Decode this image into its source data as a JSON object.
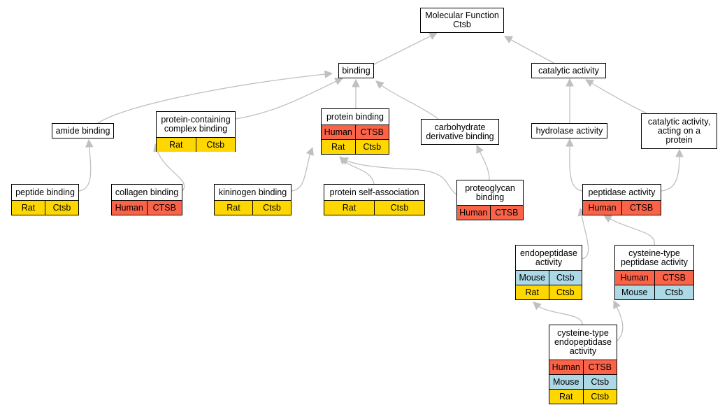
{
  "colors": {
    "Human": "#fa6348",
    "Mouse": "#add8e6",
    "Rat": "#ffd700",
    "edge": "#c0c0c0"
  },
  "nodes": [
    {
      "id": "mf",
      "label": "Molecular Function\nCtsb",
      "rows": []
    },
    {
      "id": "binding",
      "label": "binding",
      "rows": []
    },
    {
      "id": "catalytic",
      "label": "catalytic activity",
      "rows": []
    },
    {
      "id": "amide",
      "label": "amide binding",
      "rows": []
    },
    {
      "id": "pcc",
      "label": "protein-containing\ncomplex binding",
      "rows": [
        {
          "species": "Rat",
          "gene": "Ctsb"
        }
      ]
    },
    {
      "id": "protein",
      "label": "protein binding",
      "rows": [
        {
          "species": "Human",
          "gene": "CTSB"
        },
        {
          "species": "Rat",
          "gene": "Ctsb"
        }
      ]
    },
    {
      "id": "carb",
      "label": "carbohydrate\nderivative binding",
      "rows": []
    },
    {
      "id": "hydrolase",
      "label": "hydrolase activity",
      "rows": []
    },
    {
      "id": "catprot",
      "label": "catalytic activity,\nacting on a\nprotein",
      "rows": []
    },
    {
      "id": "peptide",
      "label": "peptide binding",
      "rows": [
        {
          "species": "Rat",
          "gene": "Ctsb"
        }
      ]
    },
    {
      "id": "collagen",
      "label": "collagen binding",
      "rows": [
        {
          "species": "Human",
          "gene": "CTSB"
        }
      ]
    },
    {
      "id": "kininogen",
      "label": "kininogen binding",
      "rows": [
        {
          "species": "Rat",
          "gene": "Ctsb"
        }
      ]
    },
    {
      "id": "selfassoc",
      "label": "protein self-association",
      "rows": [
        {
          "species": "Rat",
          "gene": "Ctsb"
        }
      ]
    },
    {
      "id": "proteoglycan",
      "label": "proteoglycan\nbinding",
      "rows": [
        {
          "species": "Human",
          "gene": "CTSB"
        }
      ]
    },
    {
      "id": "peptidase",
      "label": "peptidase activity",
      "rows": [
        {
          "species": "Human",
          "gene": "CTSB"
        }
      ]
    },
    {
      "id": "endopep",
      "label": "endopeptidase\nactivity",
      "rows": [
        {
          "species": "Mouse",
          "gene": "Ctsb"
        },
        {
          "species": "Rat",
          "gene": "Ctsb"
        }
      ]
    },
    {
      "id": "cystpep",
      "label": "cysteine-type\npeptidase activity",
      "rows": [
        {
          "species": "Human",
          "gene": "CTSB"
        },
        {
          "species": "Mouse",
          "gene": "Ctsb"
        }
      ]
    },
    {
      "id": "cystendo",
      "label": "cysteine-type\nendopeptidase\nactivity",
      "rows": [
        {
          "species": "Human",
          "gene": "CTSB"
        },
        {
          "species": "Mouse",
          "gene": "Ctsb"
        },
        {
          "species": "Rat",
          "gene": "Ctsb"
        }
      ]
    }
  ],
  "edges": [
    {
      "from": "binding",
      "to": "mf"
    },
    {
      "from": "catalytic",
      "to": "mf"
    },
    {
      "from": "amide",
      "to": "binding"
    },
    {
      "from": "pcc",
      "to": "binding"
    },
    {
      "from": "protein",
      "to": "binding"
    },
    {
      "from": "carb",
      "to": "binding"
    },
    {
      "from": "hydrolase",
      "to": "catalytic"
    },
    {
      "from": "catprot",
      "to": "catalytic"
    },
    {
      "from": "peptide",
      "to": "amide"
    },
    {
      "from": "collagen",
      "to": "pcc"
    },
    {
      "from": "kininogen",
      "to": "protein"
    },
    {
      "from": "selfassoc",
      "to": "protein"
    },
    {
      "from": "proteoglycan",
      "to": "protein"
    },
    {
      "from": "proteoglycan",
      "to": "carb"
    },
    {
      "from": "peptidase",
      "to": "hydrolase"
    },
    {
      "from": "peptidase",
      "to": "catprot"
    },
    {
      "from": "endopep",
      "to": "peptidase"
    },
    {
      "from": "cystpep",
      "to": "peptidase"
    },
    {
      "from": "cystendo",
      "to": "endopep"
    },
    {
      "from": "cystendo",
      "to": "cystpep"
    }
  ]
}
